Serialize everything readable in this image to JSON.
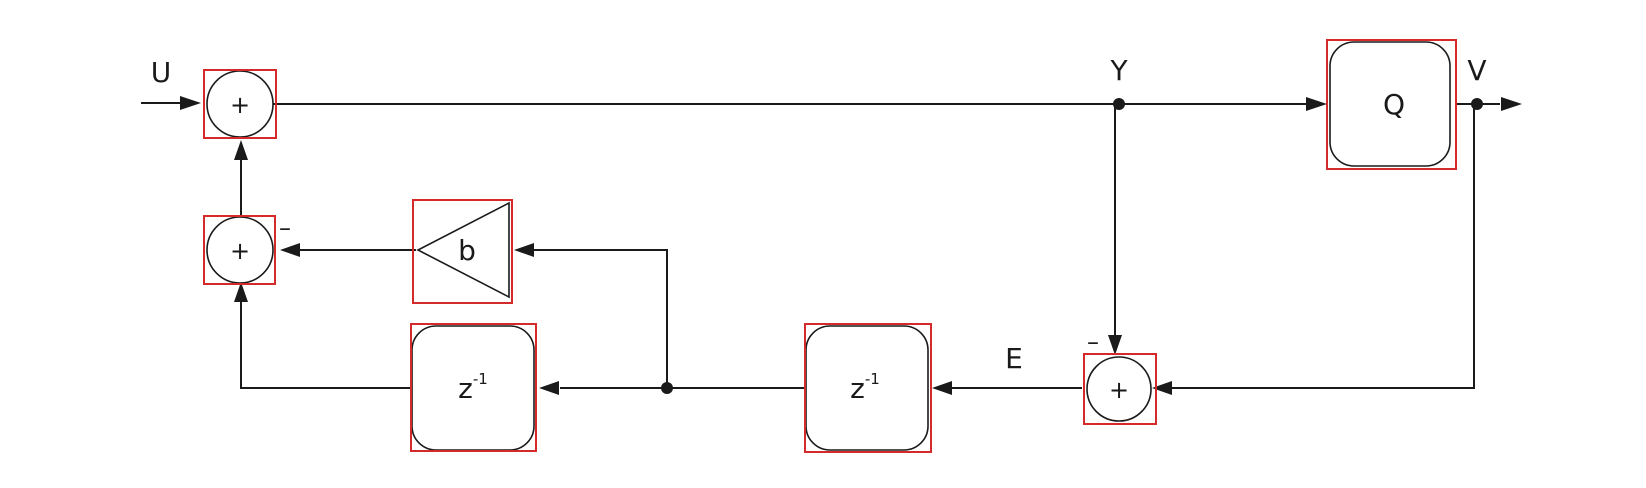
{
  "signals": {
    "input": "U",
    "output_y": "Y",
    "output_v": "V",
    "error": "E"
  },
  "blocks": {
    "quantizer": "Q",
    "gain": "b",
    "delay_base": "z",
    "delay_exp": "-1"
  },
  "summers": {
    "symbol": "+",
    "minus": "–"
  },
  "colors": {
    "line": "#1a1a1a",
    "highlight": "#d42a2a"
  }
}
